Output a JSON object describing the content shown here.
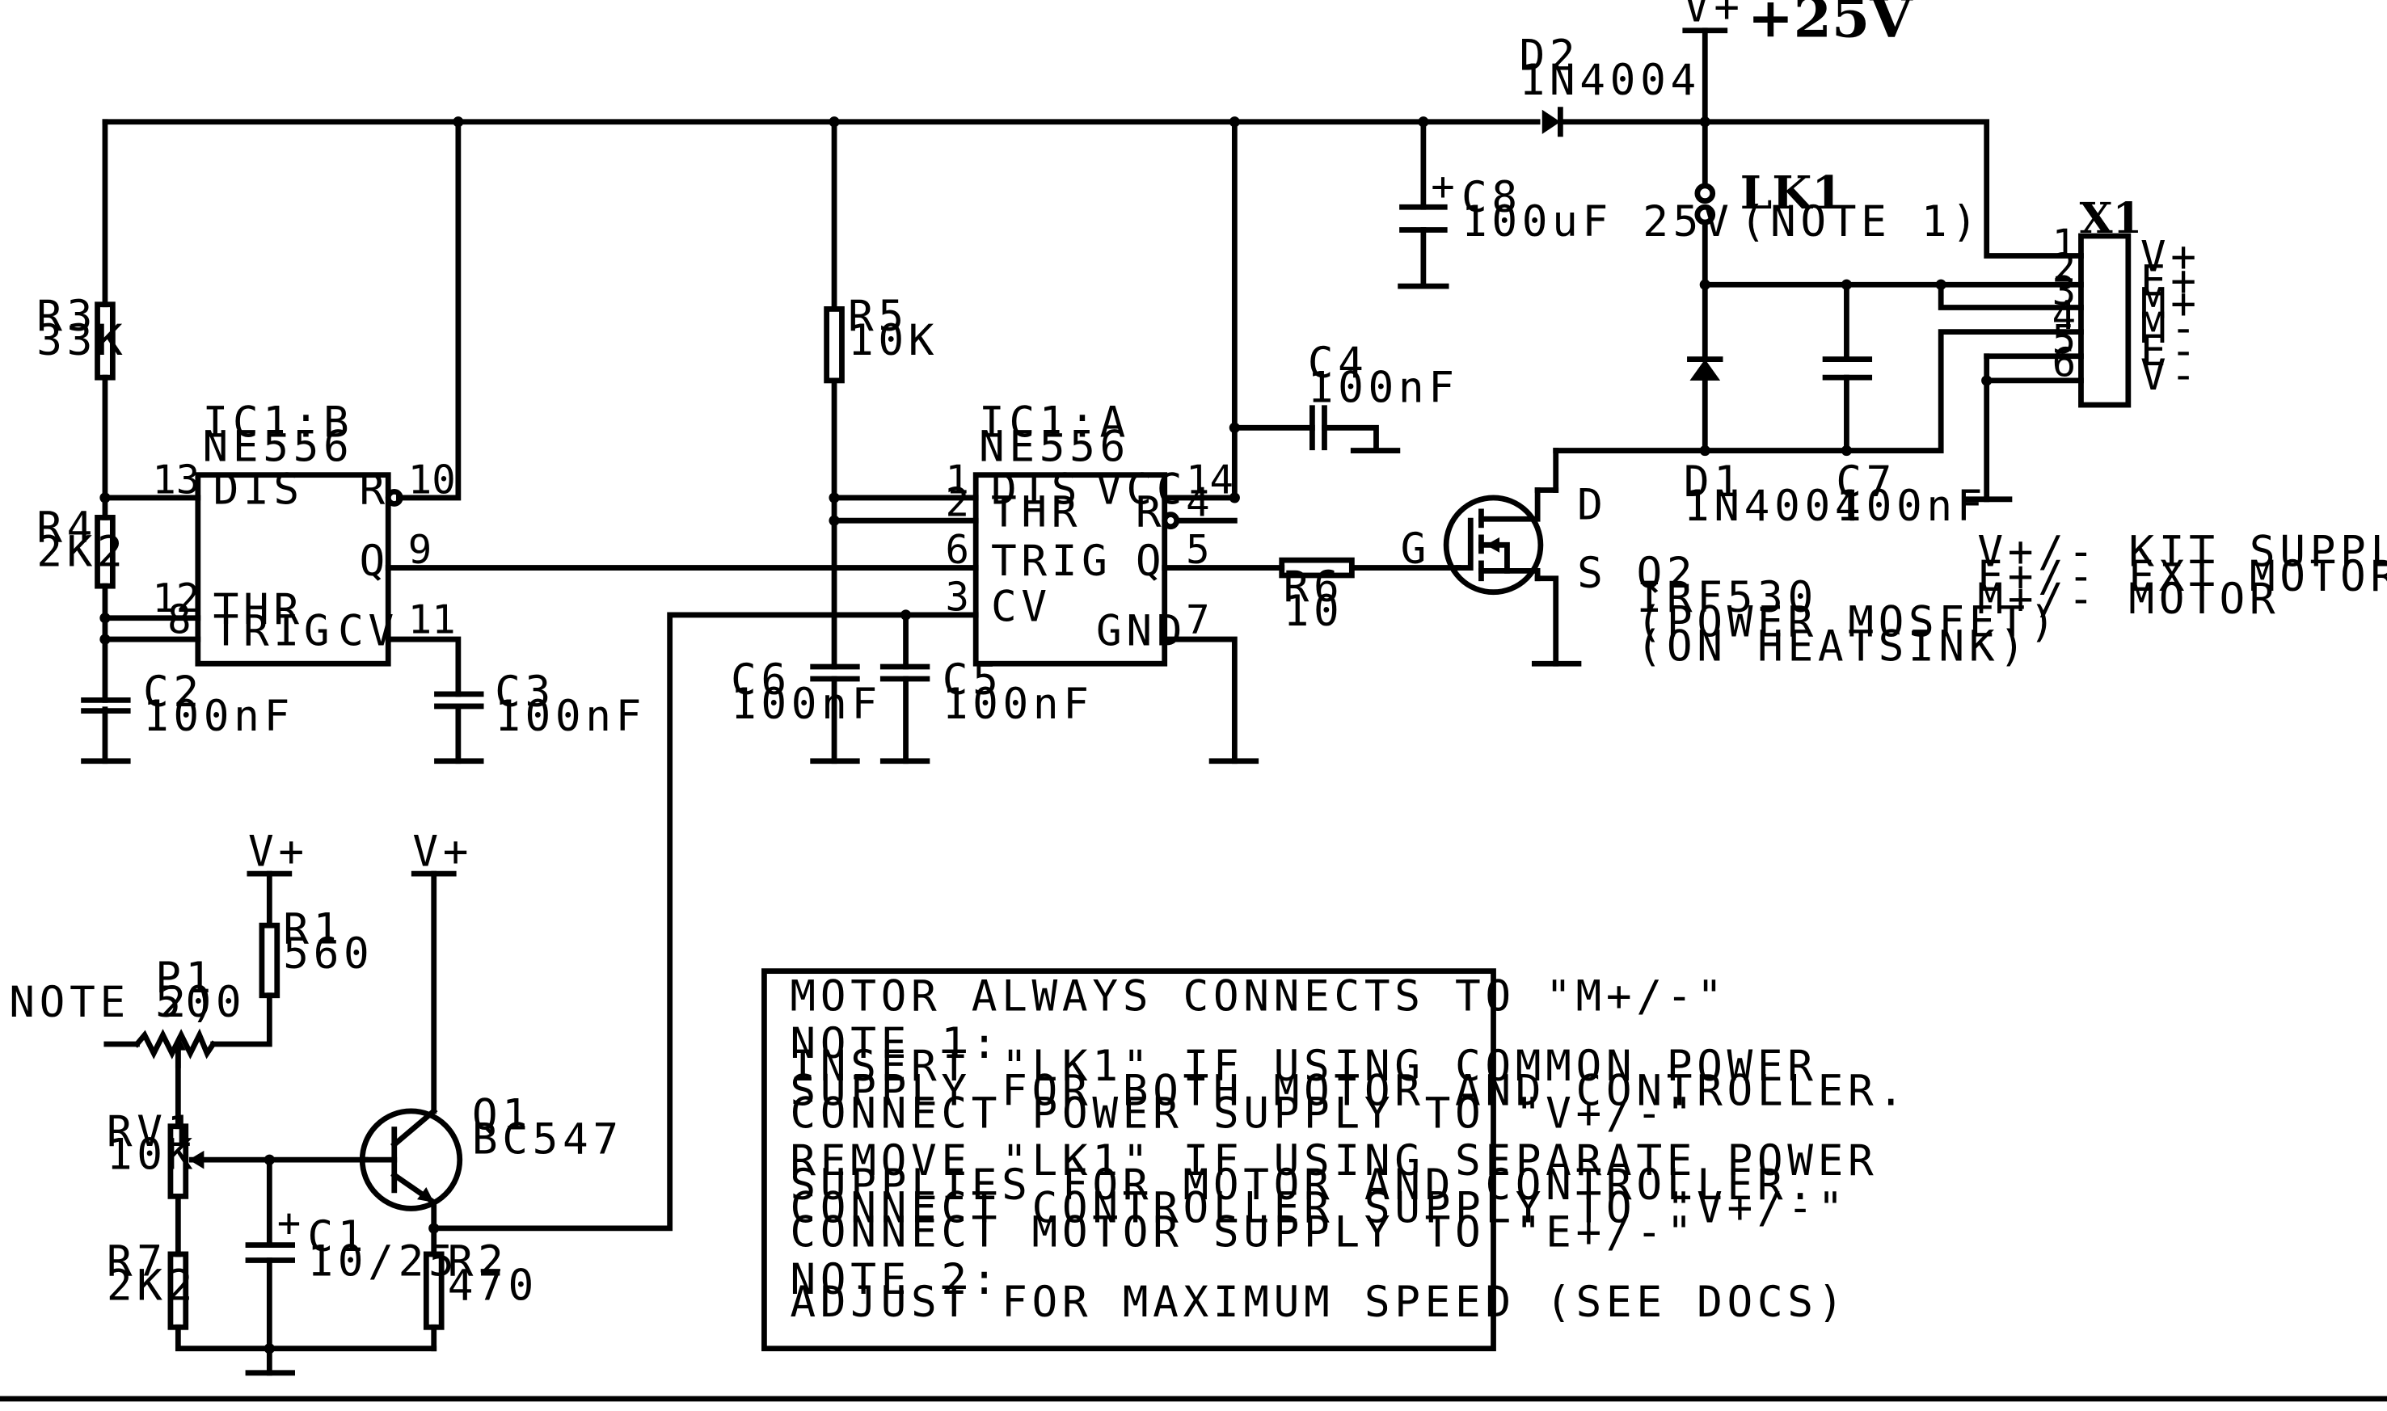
{
  "supply": {
    "vplus": "V+",
    "v25": "+25V"
  },
  "parts": {
    "D2": {
      "ref": "D2",
      "val": "1N4004"
    },
    "C8": {
      "ref": "C8",
      "val": "100uF 25V"
    },
    "LK1": {
      "ref": "LK1",
      "val": "(NOTE 1)"
    },
    "X1": {
      "ref": "X1",
      "pins": [
        "1",
        "2",
        "3",
        "4",
        "5",
        "6"
      ],
      "labels": [
        "V+",
        "E+",
        "M+",
        "M-",
        "E-",
        "V-"
      ]
    },
    "R3": {
      "ref": "R3",
      "val": "33K"
    },
    "R4": {
      "ref": "R4",
      "val": "2K2"
    },
    "R5": {
      "ref": "R5",
      "val": "10K"
    },
    "C4": {
      "ref": "C4",
      "val": "100nF"
    },
    "IC1B": {
      "ref": "IC1:B",
      "val": "NE556",
      "pins": {
        "dis": "DIS",
        "r": "R",
        "q": "Q",
        "thr": "THR",
        "trig": "TRIG",
        "cv": "CV"
      },
      "nums": {
        "p13": "13",
        "p10": "10",
        "p9": "9",
        "p12": "12",
        "p8": "8",
        "p11": "11"
      }
    },
    "IC1A": {
      "ref": "IC1:A",
      "val": "NE556",
      "pins": {
        "dis": "DIS",
        "thr": "THR",
        "trig": "TRIG",
        "cv": "CV",
        "vcc": "VCC",
        "r": "R",
        "q": "Q",
        "gnd": "GND"
      },
      "nums": {
        "p1": "1",
        "p2": "2",
        "p6": "6",
        "p3": "3",
        "p14": "14",
        "p4": "4",
        "p5": "5",
        "p7": "7"
      }
    },
    "C2": {
      "ref": "C2",
      "val": "100nF"
    },
    "C3": {
      "ref": "C3",
      "val": "100nF"
    },
    "C6": {
      "ref": "C6",
      "val": "100nF"
    },
    "C5": {
      "ref": "C5",
      "val": "100nF"
    },
    "R6": {
      "ref": "R6",
      "val": "10"
    },
    "Q2": {
      "ref": "Q2",
      "val": "IRF530",
      "desc1": "(POWER MOSFET)",
      "desc2": "(ON HEATSINK)",
      "g": "G",
      "d": "D",
      "s": "S"
    },
    "D1": {
      "ref": "D1",
      "val": "1N4004"
    },
    "C7": {
      "ref": "C7",
      "val": "100nF"
    },
    "R1": {
      "ref": "R1",
      "val": "560"
    },
    "P1": {
      "ref": "P1",
      "val": "500",
      "note": "NOTE 2)"
    },
    "RV1": {
      "ref": "RV1",
      "val": "10K"
    },
    "Q1": {
      "ref": "Q1",
      "val": "BC547"
    },
    "C1": {
      "ref": "C1",
      "val": "10/25"
    },
    "R7": {
      "ref": "R7",
      "val": "2K2"
    },
    "R2": {
      "ref": "R2",
      "val": "470"
    }
  },
  "legend": [
    "V+/- KIT SUPPLY",
    "E+/- EXT MOTOR SUPPLY",
    "M+/- MOTOR"
  ],
  "notes": [
    "MOTOR ALWAYS CONNECTS TO \"M+/-\"",
    "",
    "NOTE 1:",
    "INSERT \"LK1\" IF USING COMMON POWER",
    "SUPPLY FOR BOTH MOTOR AND CONTROLLER.",
    "CONNECT POWER SUPPLY TO \"V+/-\"",
    "",
    "REMOVE \"LK1\" IF USING SEPARATE POWER",
    "SUPPLIES FOR MOTOR AND CONTROLLER.",
    "CONNECT CONTROLLER SUPPLY TO \"V+/-\"",
    "CONNECT MOTOR SUPPLY TO \"E+/-\"",
    "",
    "NOTE 2:",
    "ADJUST FOR MAXIMUM SPEED (SEE DOCS)"
  ]
}
